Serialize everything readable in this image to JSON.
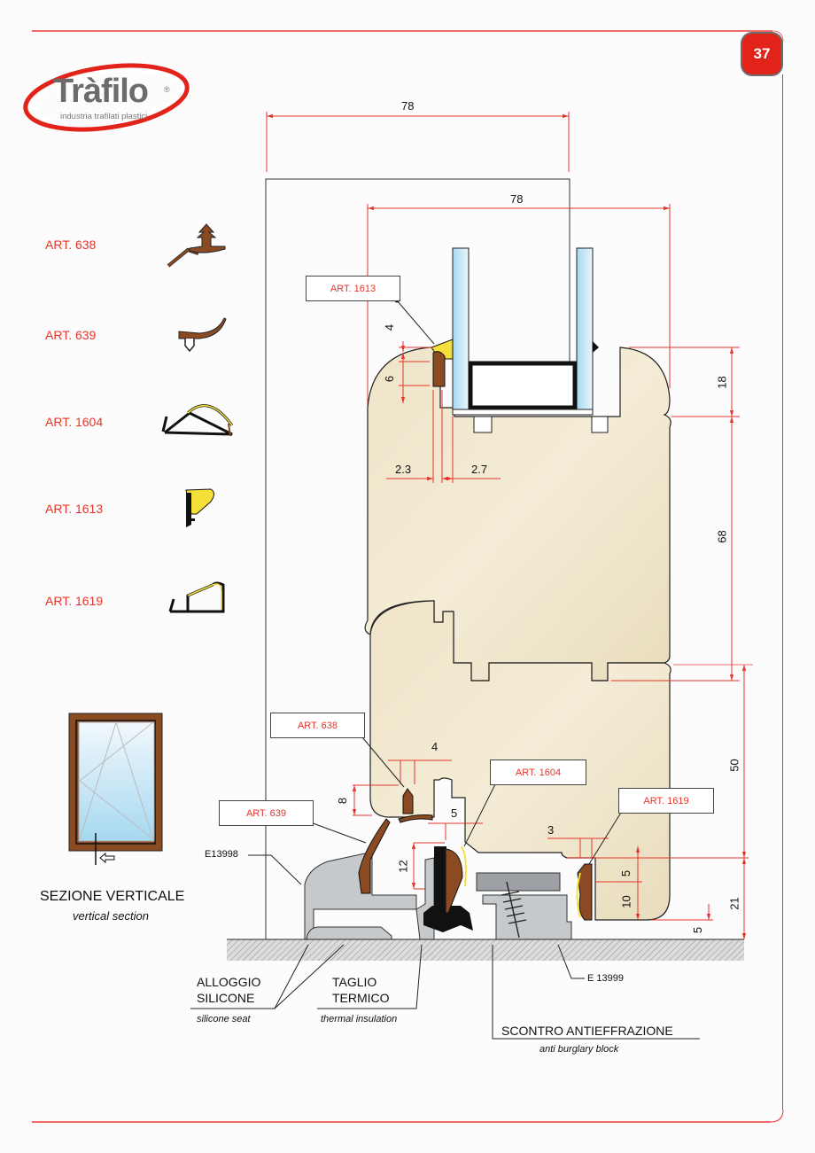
{
  "page": {
    "number": "37",
    "accent_color": "#e2231a",
    "border_color": "#ee6b66"
  },
  "logo": {
    "name": "Tràfilo",
    "registered": "®",
    "tagline": "industria trafilati plastici"
  },
  "legend": {
    "items": [
      {
        "label": "ART. 638",
        "icon": "gasket-638-icon"
      },
      {
        "label": "ART. 639",
        "icon": "gasket-639-icon"
      },
      {
        "label": "ART. 1604",
        "icon": "gasket-1604-icon"
      },
      {
        "label": "ART. 1613",
        "icon": "gasket-1613-icon"
      },
      {
        "label": "ART. 1619",
        "icon": "gasket-1619-icon"
      }
    ]
  },
  "thumbnail": {
    "title": "SEZIONE VERTICALE",
    "subtitle": "vertical section"
  },
  "dimensions": {
    "top_width": "78",
    "sash_width": "78",
    "d_4_top": "4",
    "d_6": "6",
    "d_2_3": "2.3",
    "d_2_7": "2.7",
    "d_18": "18",
    "d_68": "68",
    "d_50": "50",
    "d_21": "21",
    "d_5_floor": "5",
    "d_4_bottom": "4",
    "d_8": "8",
    "d_5_mid": "5",
    "d_12": "12",
    "d_3": "3",
    "d_5_right": "5",
    "d_10": "10"
  },
  "callouts": {
    "art_1613": "ART. 1613",
    "art_638": "ART. 638",
    "art_1604": "ART. 1604",
    "art_639": "ART. 639",
    "art_1619": "ART. 1619"
  },
  "profiles": {
    "left": "E13998",
    "right": "E 13999"
  },
  "notes": {
    "silicone_title_1": "ALLOGGIO",
    "silicone_title_2": "SILICONE",
    "silicone_sub": "silicone seat",
    "thermal_title_1": "TAGLIO",
    "thermal_title_2": "TERMICO",
    "thermal_sub": "thermal insulation",
    "burglary_title": "SCONTRO ANTIEFFRAZIONE",
    "burglary_sub": "anti burglary block"
  }
}
